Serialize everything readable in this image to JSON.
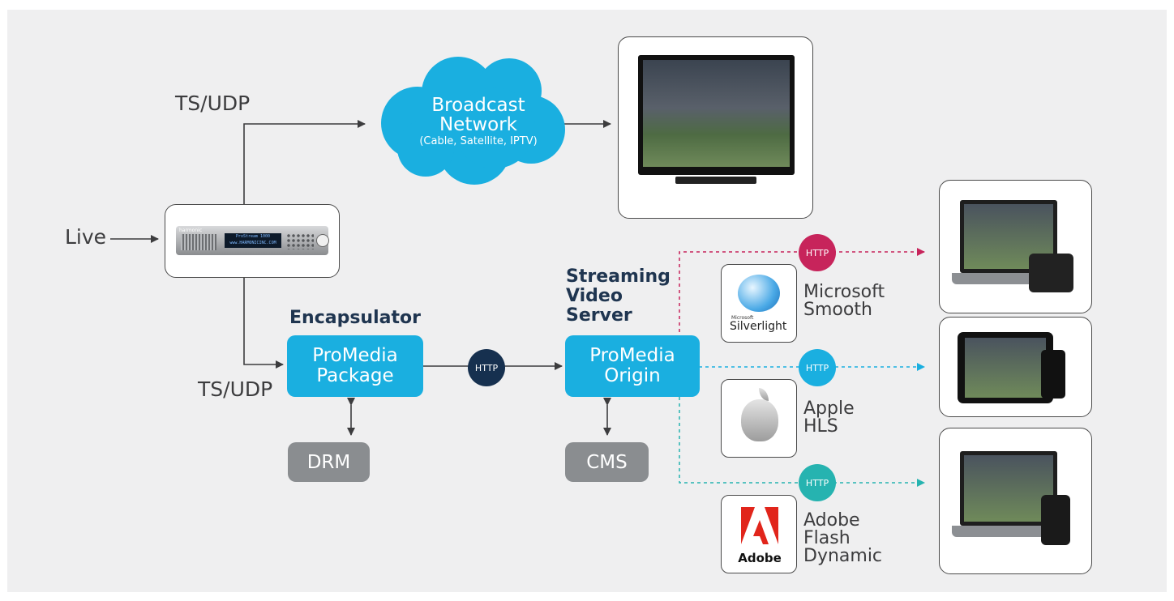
{
  "colors": {
    "background": "#efeff0",
    "blue_box": "#1aafe0",
    "grey_box": "#8a8d90",
    "http_dark": "#16304f",
    "http_magenta": "#c7245b",
    "http_blue": "#1aafe0",
    "http_teal": "#26b3b0"
  },
  "inputs": {
    "live": "Live",
    "ts_udp_top": "TS/UDP",
    "ts_udp_bottom": "TS/UDP"
  },
  "encoder": {
    "brand": "harmonic",
    "display_line1": "ProStream 1000",
    "display_line2": "www.HARMONICINC.COM"
  },
  "cloud": {
    "line1": "Broadcast",
    "line2": "Network",
    "line3": "(Cable, Satellite, IPTV)"
  },
  "encapsulator": {
    "title": "Encapsulator",
    "box_line1": "ProMedia",
    "box_line2": "Package",
    "sub": "DRM"
  },
  "server": {
    "title_line1": "Streaming",
    "title_line2": "Video",
    "title_line3": "Server",
    "box_line1": "ProMedia",
    "box_line2": "Origin",
    "sub": "CMS"
  },
  "http_label": "HTTP",
  "platforms": [
    {
      "logo": "silverlight-logo",
      "logo_small": "Microsoft",
      "logo_text": "Silverlight",
      "line1": "Microsoft",
      "line2": "Smooth"
    },
    {
      "logo": "apple-logo",
      "line1": "Apple",
      "line2": "HLS"
    },
    {
      "logo": "adobe-logo",
      "logo_text": "Adobe",
      "line1": "Adobe",
      "line2": "Flash",
      "line3": "Dynamic"
    }
  ]
}
